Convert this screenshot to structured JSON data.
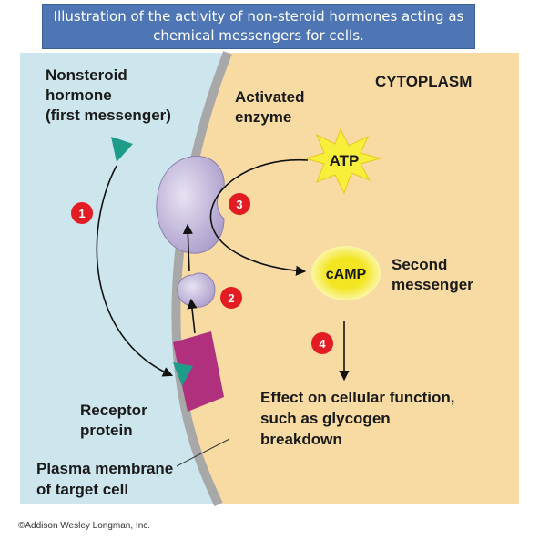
{
  "title": {
    "line1": "Illustration of the activity of non-steroid hormones  acting as",
    "line2": "chemical messengers for cells."
  },
  "labels": {
    "hormone_line1": "Nonsteroid",
    "hormone_line2": "hormone",
    "hormone_line3": "(first messenger)",
    "enzyme_line1": "Activated",
    "enzyme_line2": "enzyme",
    "cytoplasm": "CYTOPLASM",
    "atp": "ATP",
    "camp": "cAMP",
    "second_line1": "Second",
    "second_line2": "messenger",
    "receptor_line1": "Receptor",
    "receptor_line2": "protein",
    "membrane_line1": "Plasma membrane",
    "membrane_line2": "of target cell",
    "effect_line1": "Effect on cellular function,",
    "effect_line2": "such as glycogen",
    "effect_line3": "breakdown",
    "copyright": "©Addison Wesley Longman, Inc."
  },
  "steps": [
    "1",
    "2",
    "3",
    "4"
  ],
  "colors": {
    "extracellular": "#cde6ee",
    "cytoplasm": "#f8dba2",
    "membrane": "#a8a8a8",
    "enzyme": "#bdb1d6",
    "receptor": "#b0307e",
    "hormone": "#1d9c8a",
    "atp_star": "#f8ef3a",
    "camp": "#f6ec2e",
    "step_marker": "#e31b23",
    "title_bg": "#4f76b4"
  }
}
